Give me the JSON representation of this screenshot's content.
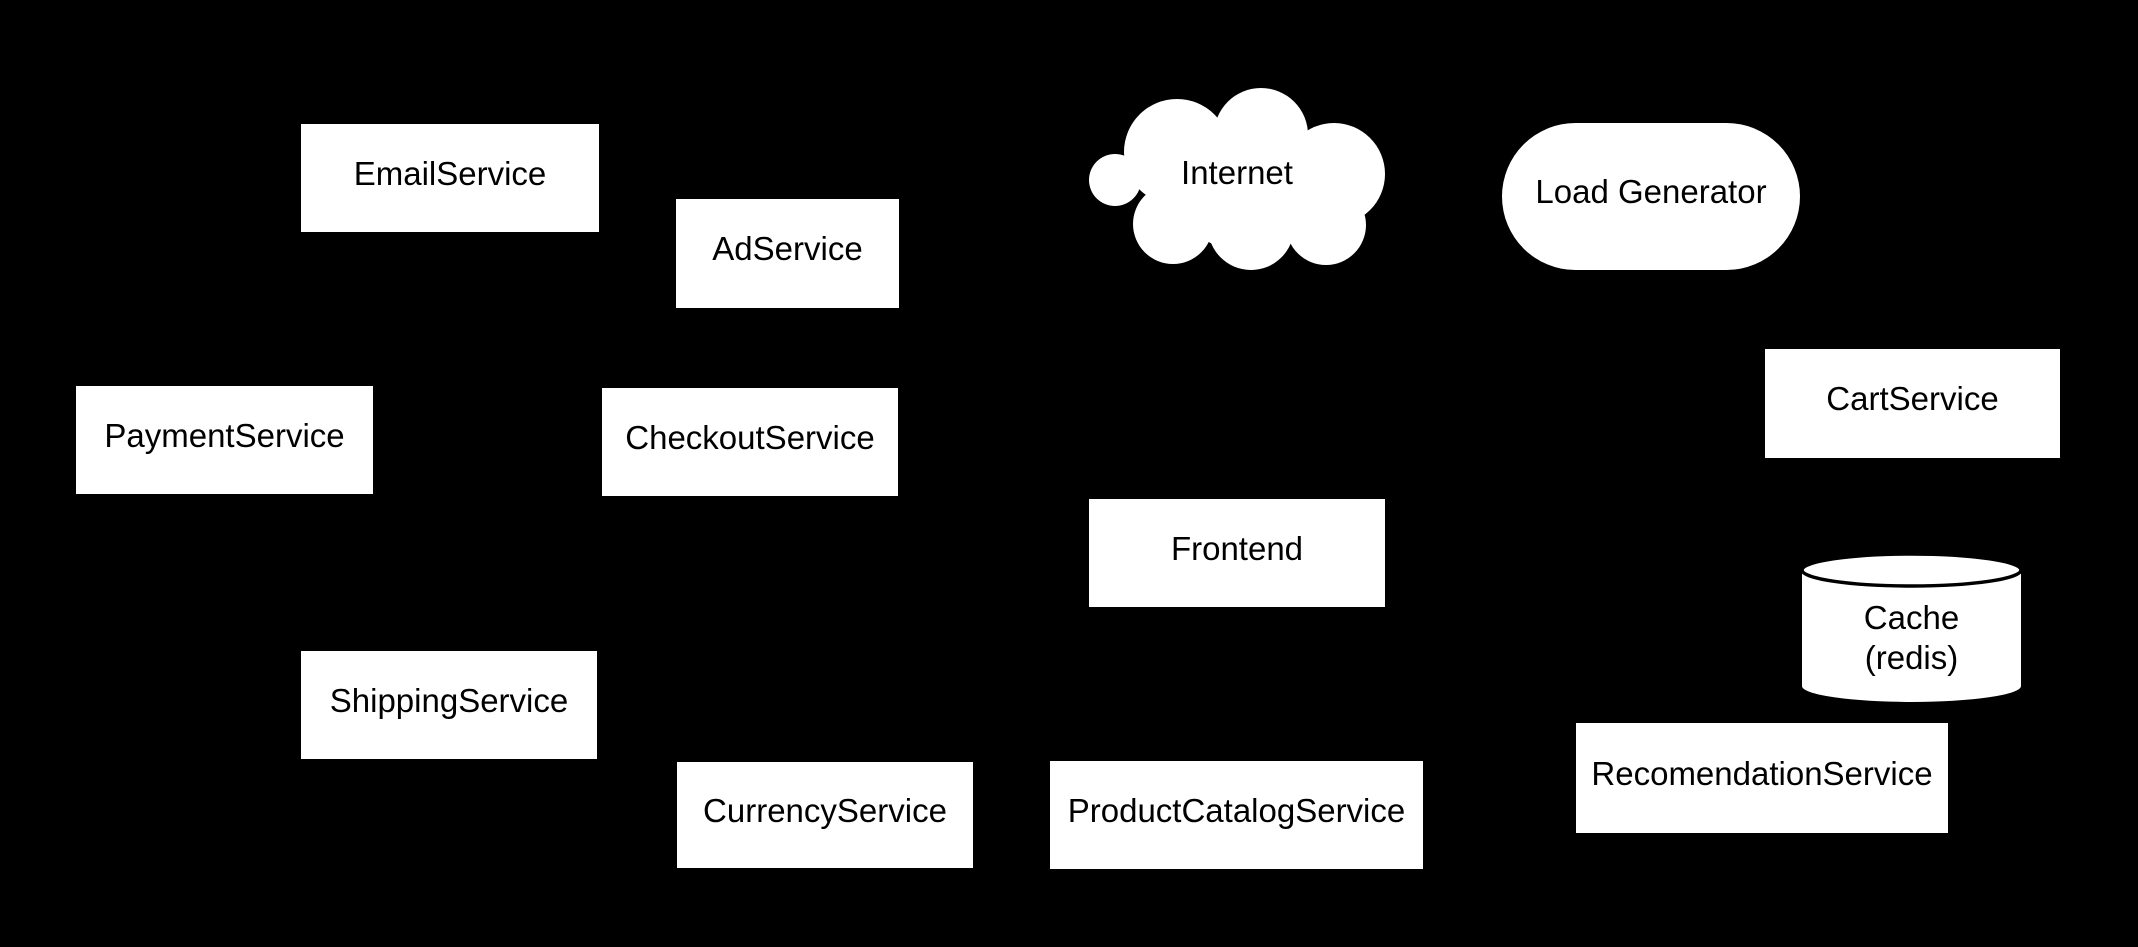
{
  "diagram": {
    "background_color": "#000000",
    "node_fill_color": "#ffffff",
    "node_text_color": "#000000",
    "cylinder_stroke_color": "#000000",
    "nodes": [
      {
        "id": "email-service",
        "shape": "rectangle",
        "label": "EmailService"
      },
      {
        "id": "ad-service",
        "shape": "rectangle",
        "label": "AdService"
      },
      {
        "id": "internet",
        "shape": "cloud",
        "label": "Internet"
      },
      {
        "id": "load-generator",
        "shape": "stadium",
        "label": "Load Generator"
      },
      {
        "id": "payment-service",
        "shape": "rectangle",
        "label": "PaymentService"
      },
      {
        "id": "checkout-service",
        "shape": "rectangle",
        "label": "CheckoutService"
      },
      {
        "id": "cart-service",
        "shape": "rectangle",
        "label": "CartService"
      },
      {
        "id": "frontend",
        "shape": "rectangle",
        "label": "Frontend"
      },
      {
        "id": "cache-redis",
        "shape": "cylinder",
        "lines": [
          "Cache",
          "(redis)"
        ]
      },
      {
        "id": "shipping-service",
        "shape": "rectangle",
        "label": "ShippingService"
      },
      {
        "id": "currency-service",
        "shape": "rectangle",
        "label": "CurrencyService"
      },
      {
        "id": "product-catalog-service",
        "shape": "rectangle",
        "label": "ProductCatalogService"
      },
      {
        "id": "recomendation-service",
        "shape": "rectangle",
        "label": "RecomendationService"
      }
    ]
  }
}
